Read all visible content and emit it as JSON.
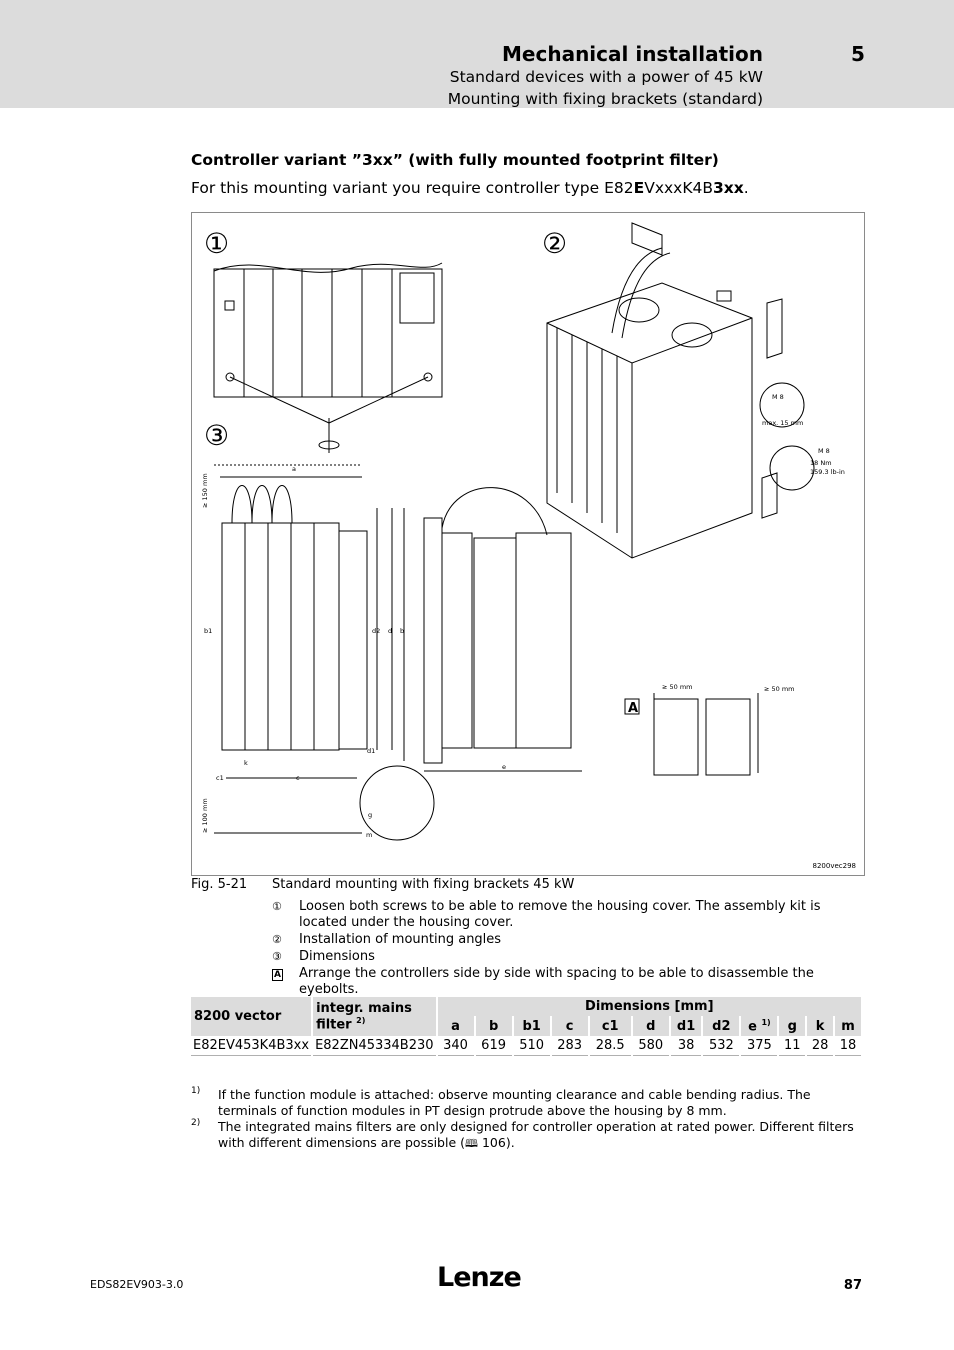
{
  "header": {
    "title": "Mechanical installation",
    "chapter": "5",
    "subtitle1": "Standard devices with a power of 45 kW",
    "subtitle2": "Mounting with fixing brackets (standard)"
  },
  "section": {
    "title": "Controller variant ”3xx” (with fully mounted footprint filter)",
    "intro_prefix": "For this mounting variant you require controller type E82",
    "intro_bold1": "E",
    "intro_mid": "VxxxK4B",
    "intro_bold2": "3xx",
    "intro_suffix": "."
  },
  "figure": {
    "markers": [
      "①",
      "②",
      "③"
    ],
    "marker_A": "A",
    "code": "8200vec298",
    "labels": {
      "a": "a",
      "b": "b",
      "b1": "b1",
      "c": "c",
      "c1": "c1",
      "d": "d",
      "d1": "d1",
      "d2": "d2",
      "e": "e",
      "g": "g",
      "k": "k",
      "m": "m",
      "clear_top": "≥ 150 mm",
      "clear_bottom": "≥ 100 mm",
      "clear_side1": "≥ 50 mm",
      "clear_side2": "≥ 50 mm",
      "m8_1": "M 8",
      "max15": "max. 15 mm",
      "m8_2": "M 8",
      "torque1": "18 Nm",
      "torque2": "159.3 lb-in"
    }
  },
  "caption": {
    "number": "Fig. 5-21",
    "text": "Standard mounting with fixing brackets 45 kW"
  },
  "legend": [
    {
      "symbol": "①",
      "text": "Loosen both screws to be able to remove the housing cover. The assembly kit is located under the housing cover."
    },
    {
      "symbol": "②",
      "text": "Installation of mounting angles"
    },
    {
      "symbol": "③",
      "text": "Dimensions"
    },
    {
      "symbol": "A",
      "text": "Arrange the controllers side by side with spacing to be able to disassemble the eyebolts."
    }
  ],
  "table": {
    "col1": "8200 vector",
    "col2": "integr. mains filter",
    "col2_sup": "2)",
    "group": "Dimensions [mm]",
    "dims": [
      "a",
      "b",
      "b1",
      "c",
      "c1",
      "d",
      "d1",
      "d2",
      "e",
      "g",
      "k",
      "m"
    ],
    "e_sup": "1)",
    "row": {
      "device": "E82EV453K4B3xx",
      "filter": "E82ZN45334B230",
      "values": [
        "340",
        "619",
        "510",
        "283",
        "28.5",
        "580",
        "38",
        "532",
        "375",
        "11",
        "28",
        "18"
      ]
    }
  },
  "footnotes": [
    {
      "mark": "1)",
      "text": "If the function module is attached: observe mounting clearance and cable bending radius. The terminals of function modules in PT design protrude above the housing by 8 mm."
    },
    {
      "mark": "2)",
      "text_before": "The integrated mains filters are only designed for controller operation at rated power. Different filters with different dimensions are possible (",
      "book": "🕮",
      "page": " 106",
      "text_after": ")."
    }
  ],
  "footer": {
    "doc": "EDS82EV903-3.0",
    "logo": "Lenze",
    "page": "87"
  }
}
